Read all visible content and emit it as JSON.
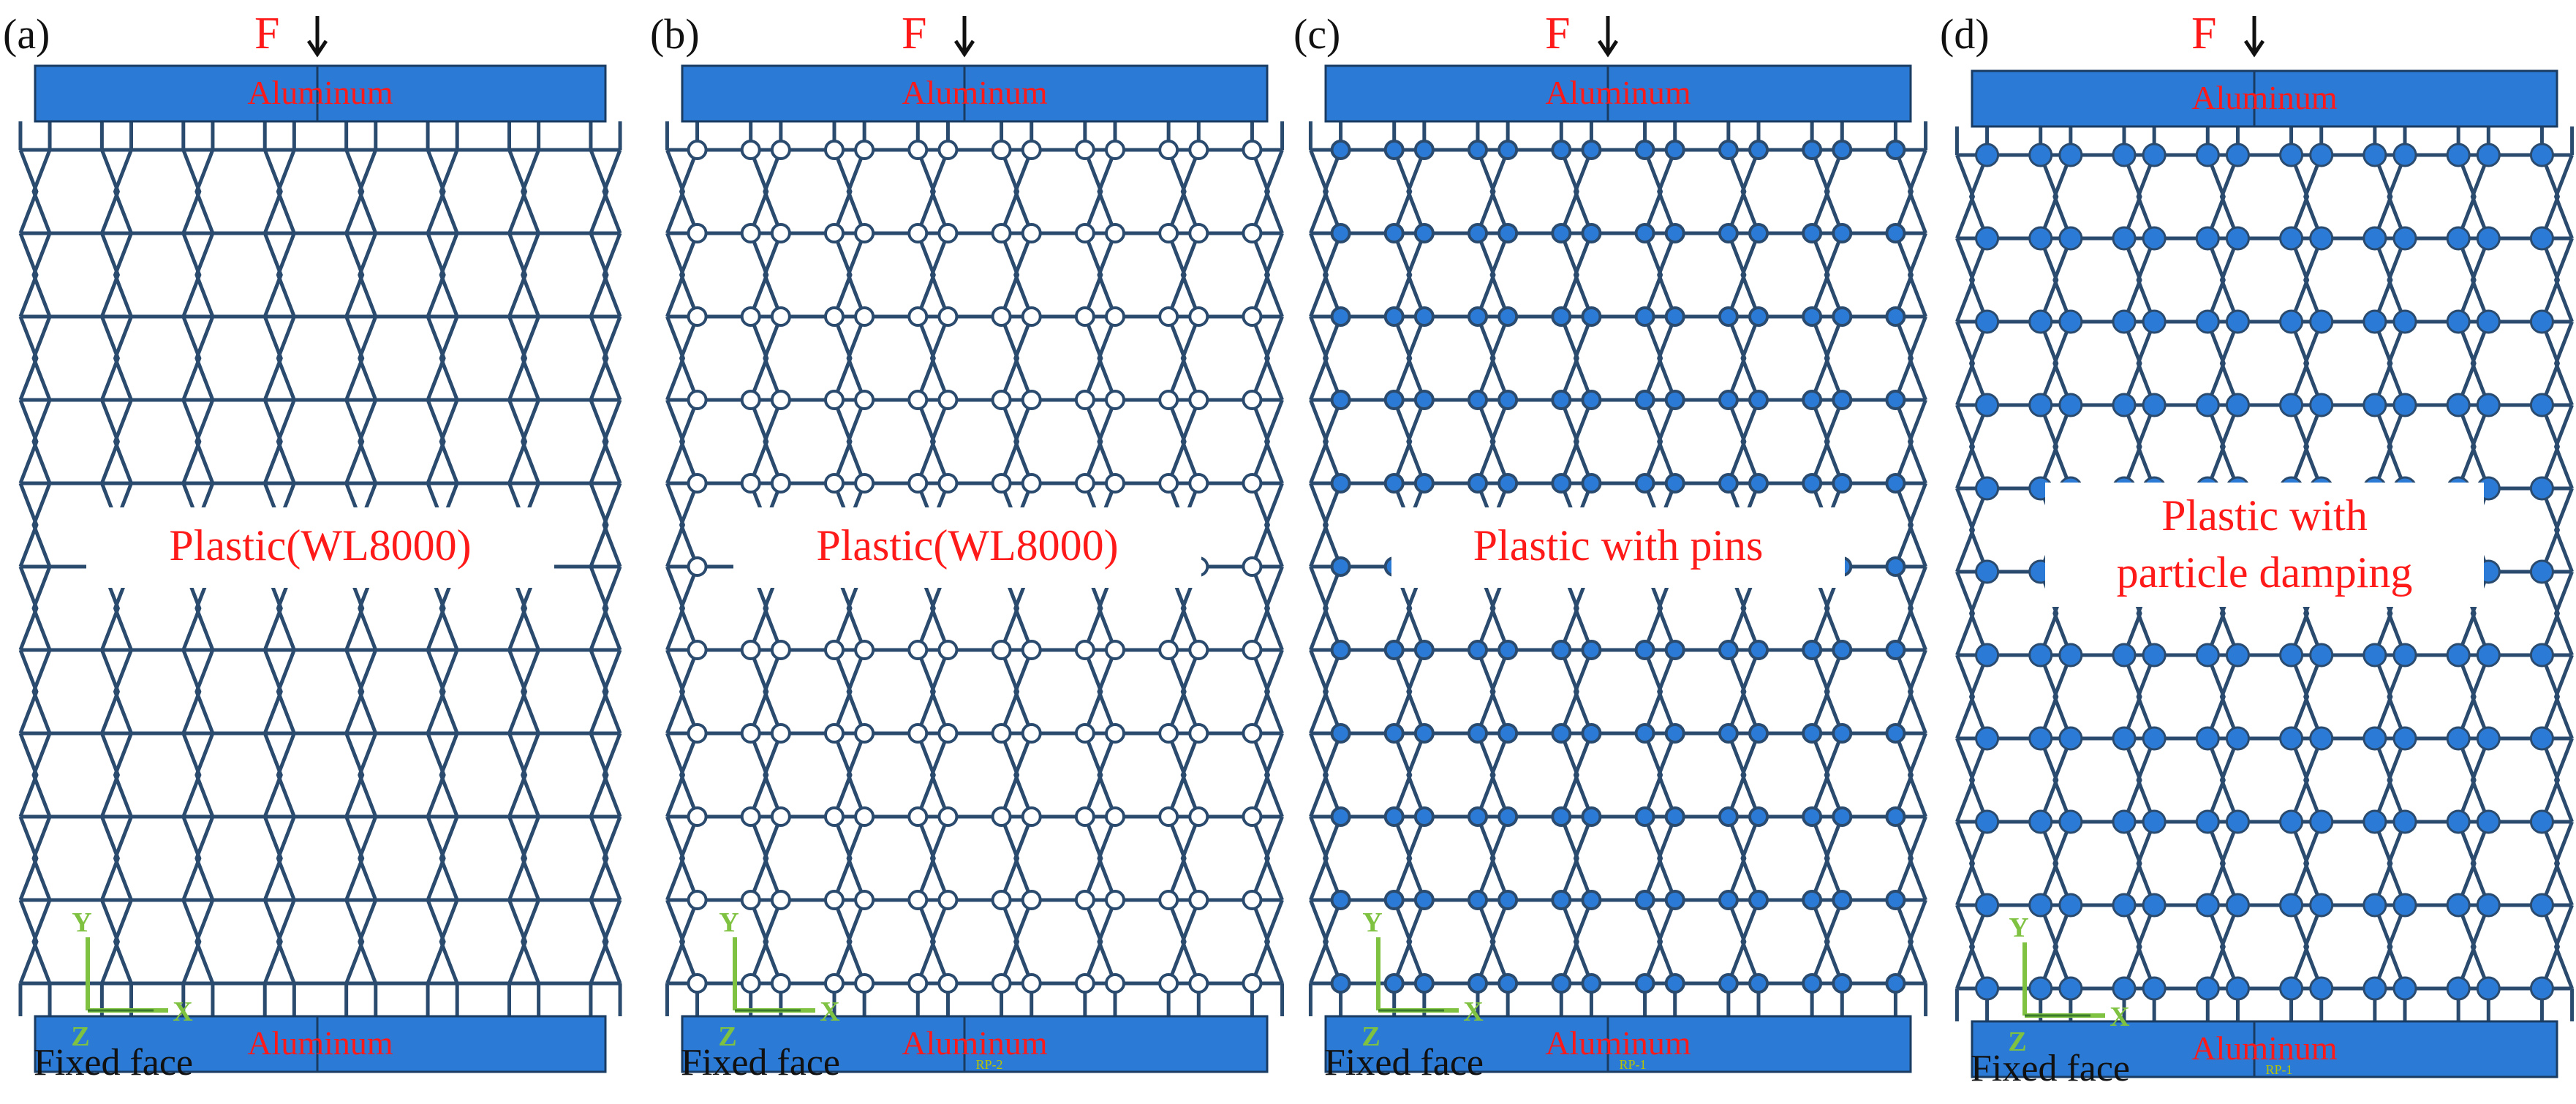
{
  "colors": {
    "aluminum_fill": "#2b7bd6",
    "aluminum_edge": "#1a3c63",
    "lattice_stroke": "#2a4a6e",
    "pin_fill": "#2b7bd6",
    "force_label": "#ff1a1a",
    "label_red": "#ff1a1a",
    "aluminum_text": "#ff1a1a",
    "axis_green": "#7fc241",
    "rp_label": "#b9c400"
  },
  "panels": [
    {
      "id": "a",
      "letter": "(a)",
      "force_label": "F",
      "force_icon": "down-arrow-icon",
      "top_plate": "Aluminum",
      "bottom_plate": "Aluminum",
      "material_lines": [
        "Plastic(WL8000)"
      ],
      "footer": "Fixed face",
      "axes": {
        "y": "Y",
        "x": "X",
        "z": "Z"
      },
      "rp_label": "",
      "joint_style": "none"
    },
    {
      "id": "b",
      "letter": "(b)",
      "force_label": "F",
      "force_icon": "down-arrow-icon",
      "top_plate": "Aluminum",
      "bottom_plate": "Aluminum",
      "material_lines": [
        "Plastic(WL8000)"
      ],
      "footer": "Fixed face",
      "axes": {
        "y": "Y",
        "x": "X",
        "z": "Z"
      },
      "rp_label": "RP-2",
      "joint_style": "hollow"
    },
    {
      "id": "c",
      "letter": "(c)",
      "force_label": "F",
      "force_icon": "down-arrow-icon",
      "top_plate": "Aluminum",
      "bottom_plate": "Aluminum",
      "material_lines": [
        "Plastic with pins"
      ],
      "footer": "Fixed face",
      "axes": {
        "y": "Y",
        "x": "X",
        "z": "Z"
      },
      "rp_label": "RP-1",
      "joint_style": "pin"
    },
    {
      "id": "d",
      "letter": "(d)",
      "force_label": "F",
      "force_icon": "down-arrow-icon",
      "top_plate": "Aluminum",
      "bottom_plate": "Aluminum",
      "material_lines": [
        "Plastic with",
        "particle damping"
      ],
      "footer": "Fixed face",
      "axes": {
        "y": "Y",
        "x": "X",
        "z": "Z"
      },
      "rp_label": "RP-1",
      "joint_style": "particle"
    }
  ]
}
